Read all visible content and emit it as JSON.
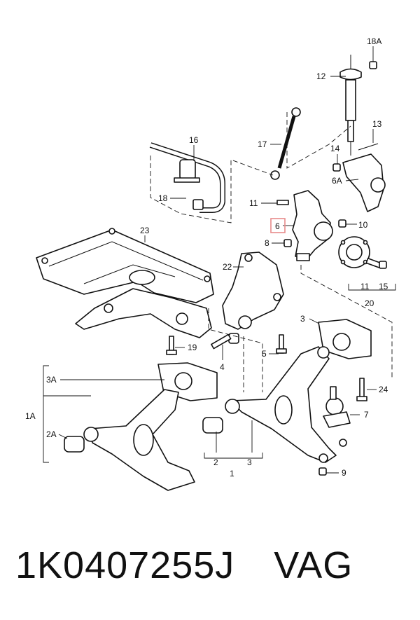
{
  "labels": {
    "l18A": "18A",
    "l12": "12",
    "l13": "13",
    "l14": "14",
    "l6A": "6A",
    "l17": "17",
    "l16": "16",
    "l18": "18",
    "l11a": "11",
    "l6": "6",
    "l10": "10",
    "l8": "8",
    "l23": "23",
    "l22": "22",
    "l11b": "11",
    "l15": "15",
    "l20": "20",
    "l19": "19",
    "l4": "4",
    "l3": "3",
    "l5": "5",
    "l24": "24",
    "l7": "7",
    "l9": "9",
    "l3A": "3A",
    "l1A": "1A",
    "l2A": "2A",
    "l2": "2",
    "l3b": "3",
    "l1": "1"
  },
  "highlight_color": "#e88a8a",
  "footer": {
    "part_number": "1K0407255J",
    "brand": "VAG"
  }
}
